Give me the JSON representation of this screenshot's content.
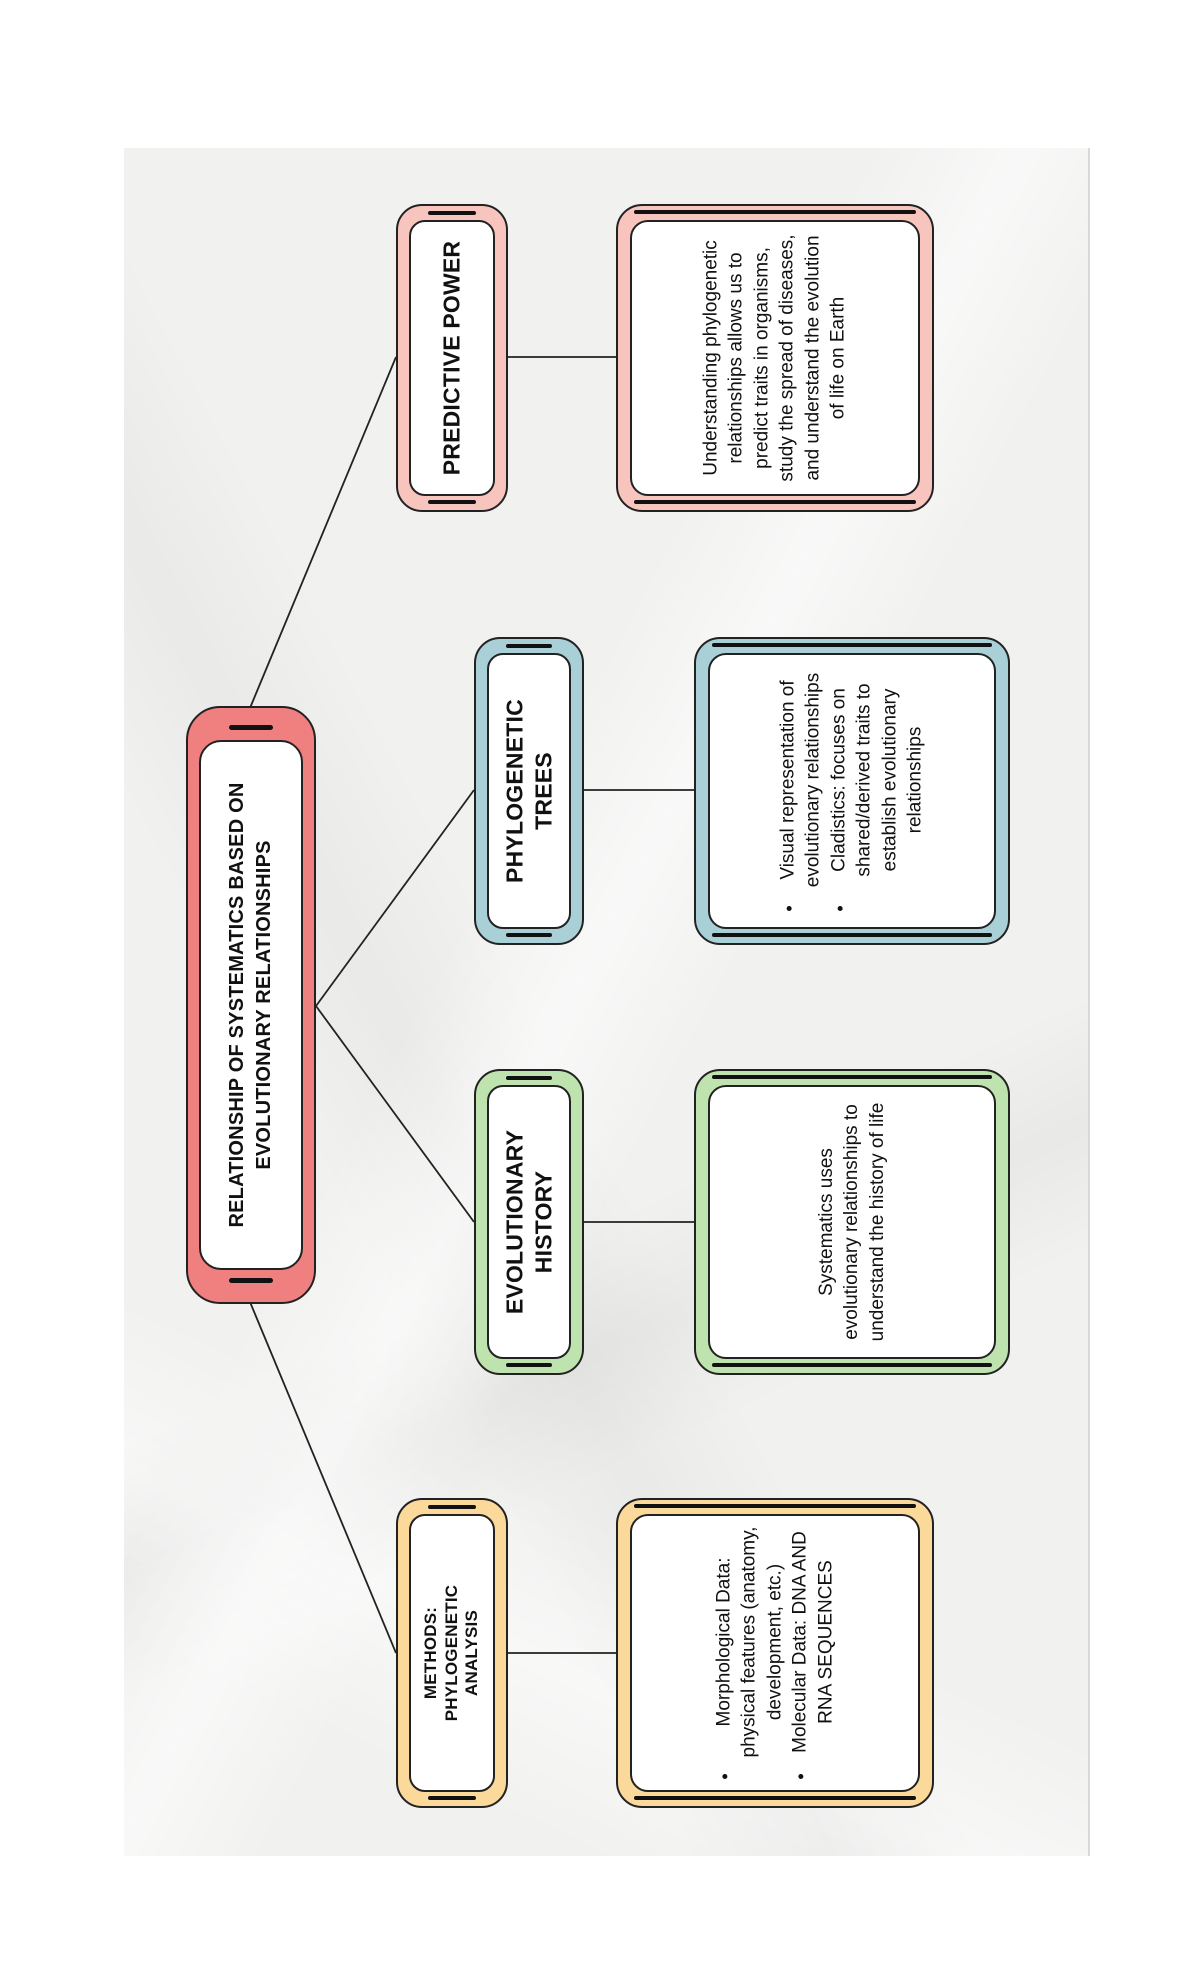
{
  "colors": {
    "root": "#f07f7f",
    "methods": "#fbd99a",
    "evolutionary": "#bfe3ae",
    "phylogenetic": "#a9cfd7",
    "predictive": "#f7c5be"
  },
  "root": {
    "title": "RELATIONSHIP OF SYSTEMATICS BASED ON EVOLUTIONARY RELATIONSHIPS"
  },
  "methods": {
    "title": "METHODS: PHYLOGENETIC ANALYSIS",
    "items": [
      "Morphological Data: physical features (anatomy, development, etc.)",
      "Molecular Data: DNA AND RNA SEQUENCES"
    ]
  },
  "evolutionary": {
    "title": "EVOLUTIONARY HISTORY",
    "text": "Systematics uses evolutionary relationships to understand the history of life"
  },
  "phylogenetic": {
    "title": "PHYLOGENETIC TREES",
    "items": [
      "Visual representation of evolutionary relationships",
      "Cladistics: focuses on shared/derived traits to establish evolutionary relationships"
    ]
  },
  "predictive": {
    "title": "PREDICTIVE POWER",
    "text": "Understanding phylogenetic relationships allows us to predict traits in organisms, study the spread of diseases, and understand the evolution of life on Earth"
  }
}
